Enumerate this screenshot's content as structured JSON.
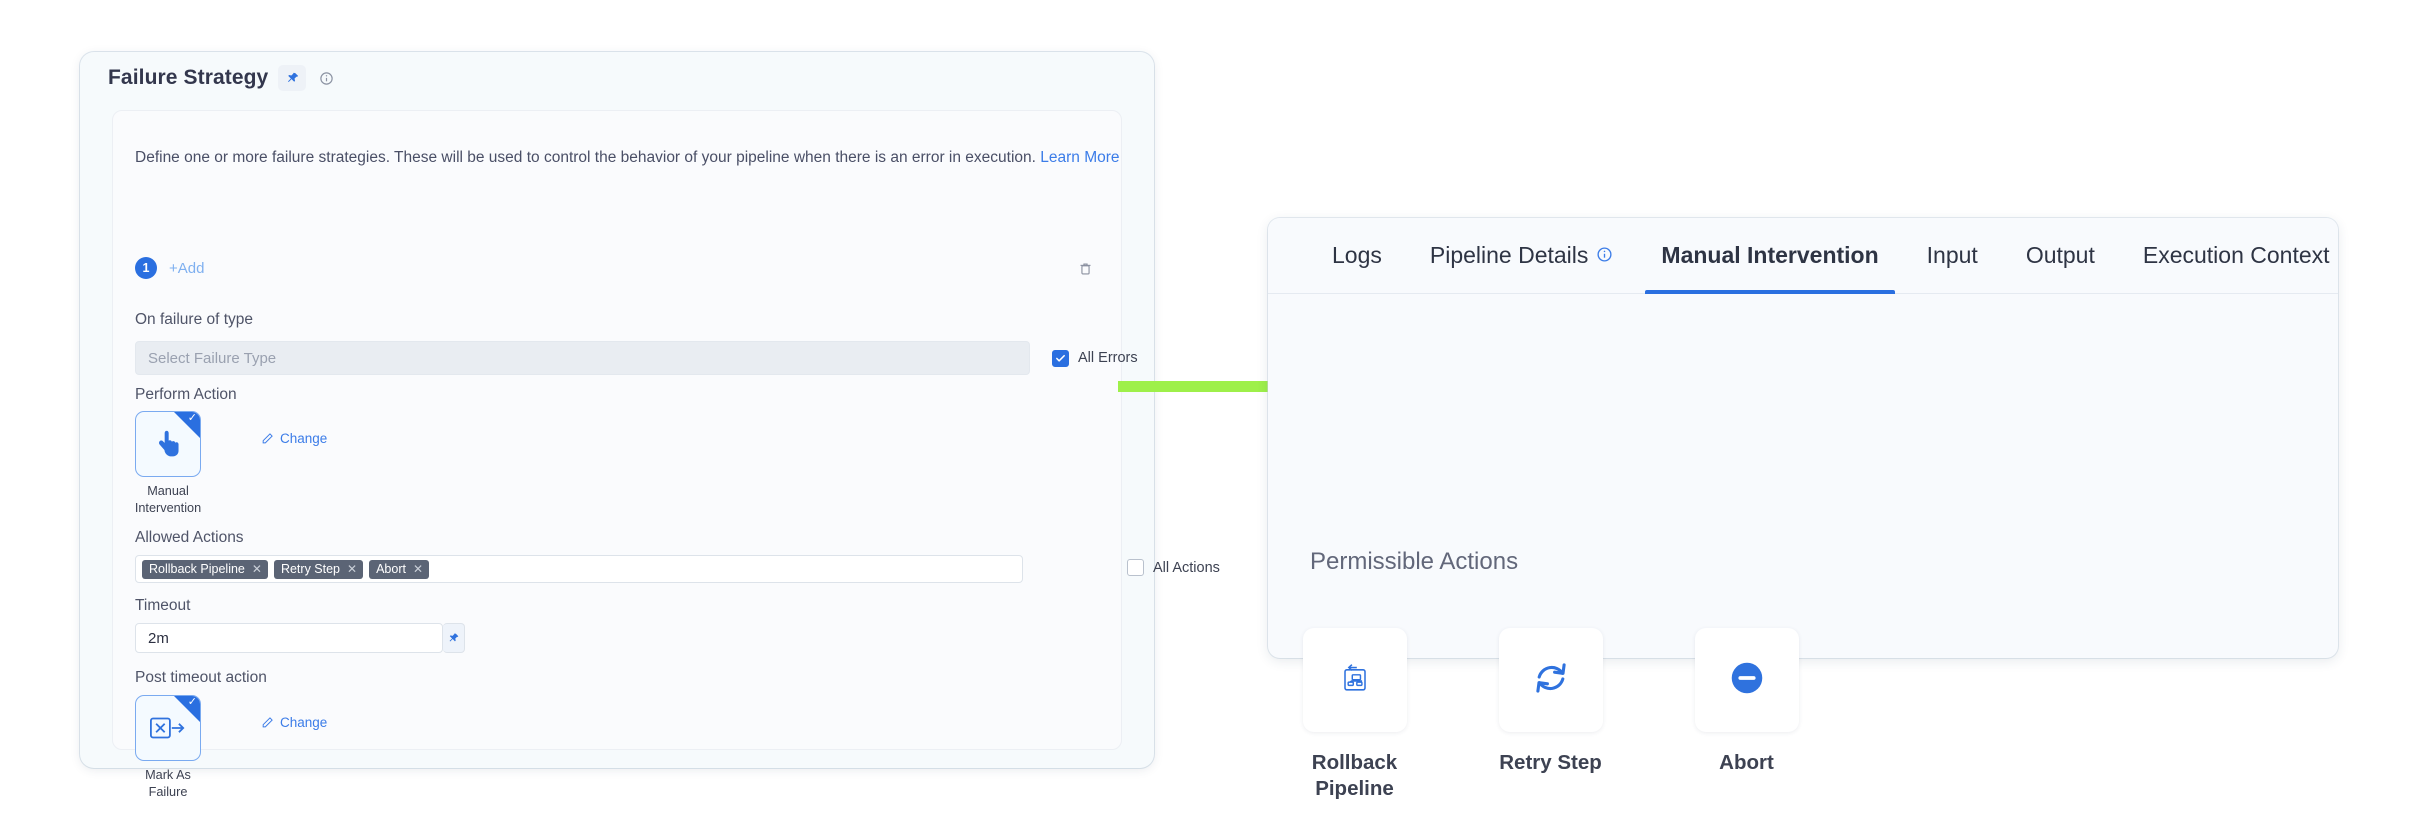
{
  "left_panel": {
    "title": "Failure Strategy",
    "pin_icon": "pin-icon",
    "info_icon": "info-icon",
    "description": "Define one or more failure strategies. These will be used to control the behavior of your pipeline when there is an error in execution.",
    "learn_more": "Learn More",
    "strategy_index": "1",
    "add_label": "+Add",
    "delete_icon": "trash-icon",
    "on_failure_label": "On failure of type",
    "failure_type_placeholder": "Select Failure Type",
    "all_errors_label": "All Errors",
    "all_errors_checked": true,
    "perform_action_label": "Perform Action",
    "perform_action_card": {
      "icon": "pointing-hand-icon",
      "caption_line1": "Manual",
      "caption_line2": "Intervention",
      "selected": true,
      "change_label": "Change"
    },
    "allowed_actions_label": "Allowed Actions",
    "allowed_action_tags": [
      "Rollback Pipeline",
      "Retry Step",
      "Abort"
    ],
    "all_actions_label": "All Actions",
    "all_actions_checked": false,
    "timeout_label": "Timeout",
    "timeout_value": "2m",
    "timeout_pin_icon": "pin-icon",
    "post_timeout_label": "Post timeout action",
    "post_timeout_card": {
      "icon": "mark-as-failure-icon",
      "caption_line1": "Mark As",
      "caption_line2": "Failure",
      "selected": true,
      "change_label": "Change"
    }
  },
  "arrow": {
    "name": "green-pointer-arrow",
    "color": "#9ef04a"
  },
  "right_panel": {
    "tabs": [
      {
        "label": "Logs",
        "active": false,
        "has_info_icon": false
      },
      {
        "label": "Pipeline Details",
        "active": false,
        "has_info_icon": true
      },
      {
        "label": "Manual Intervention",
        "active": true,
        "has_info_icon": false
      },
      {
        "label": "Input",
        "active": false,
        "has_info_icon": false
      },
      {
        "label": "Output",
        "active": false,
        "has_info_icon": false
      },
      {
        "label": "Execution Context",
        "active": false,
        "has_info_icon": false
      }
    ],
    "section_title": "Permissible Actions",
    "actions": [
      {
        "label": "Rollback Pipeline",
        "icon": "rollback-pipeline-icon"
      },
      {
        "label": "Retry Step",
        "icon": "retry-step-icon"
      },
      {
        "label": "Abort",
        "icon": "abort-icon"
      }
    ]
  },
  "colors": {
    "accent_blue": "#2a6fe0",
    "link_blue": "#3b7ce8",
    "tag_gray": "#5b6475",
    "arrow_green": "#9ef04a"
  }
}
